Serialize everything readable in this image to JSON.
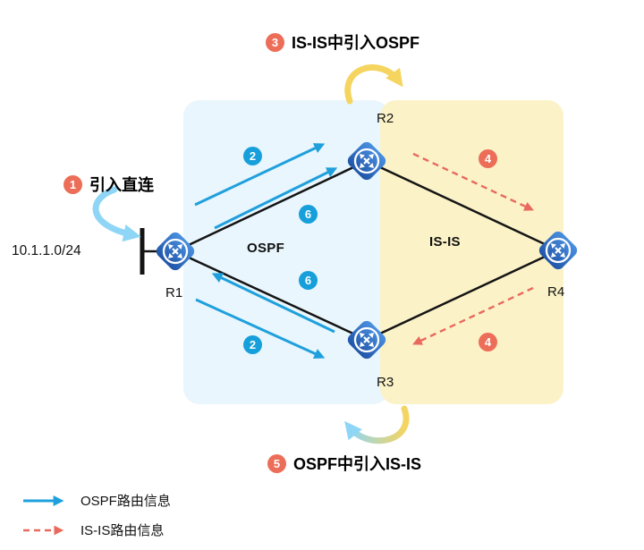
{
  "annotations": {
    "step1": {
      "num": "1",
      "label": "引入直连"
    },
    "step3": {
      "num": "3",
      "label": "IS-IS中引入OSPF"
    },
    "step5": {
      "num": "5",
      "label": "OSPF中引入IS-IS"
    }
  },
  "network_label": "10.1.1.0/24",
  "zones": {
    "ospf_label": "OSPF",
    "isis_label": "IS-IS"
  },
  "routers": {
    "r1": "R1",
    "r2": "R2",
    "r3": "R3",
    "r4": "R4"
  },
  "flow_badges": {
    "step2_r1_to_r2": "2",
    "step6_r1_to_r2": "6",
    "step6_r3_to_r1": "6",
    "step2_r1_to_r3": "2",
    "step4_r2_to_r4": "4",
    "step4_r4_to_r3": "4"
  },
  "legend": {
    "ospf": {
      "label": "OSPF路由信息"
    },
    "isis": {
      "label": "IS-IS路由信息"
    }
  },
  "colors": {
    "ospf_arrow": "#1FA0DC",
    "isis_arrow": "#E86A5E",
    "badge_blue": "#169FDB",
    "badge_orange": "#EC6E58",
    "ospf_zone_fill": "#E9F6FD",
    "isis_zone_fill": "#FBF2C8",
    "router_blue": "#2E6BC4",
    "swoosh_yellow": "#F5D55F",
    "swoosh_light_blue": "#8FD6F6",
    "link_black": "#141414"
  }
}
